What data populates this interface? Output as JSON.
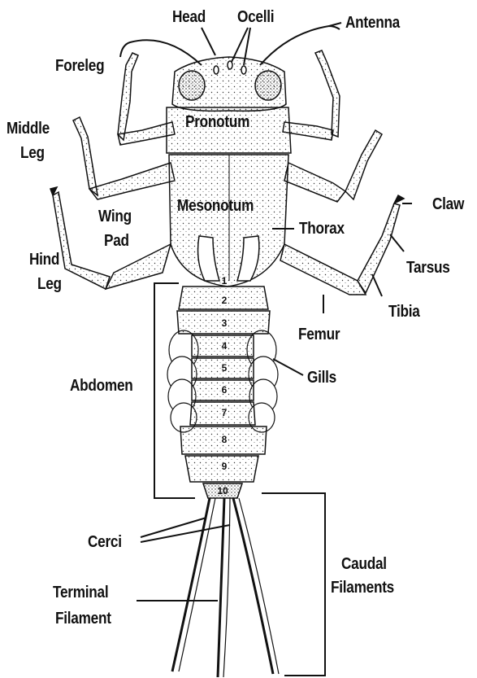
{
  "diagram": {
    "labels": {
      "head": "Head",
      "ocelli": "Ocelli",
      "antenna": "Antenna",
      "foreleg": "Foreleg",
      "middle_leg": [
        "Middle",
        "Leg"
      ],
      "pronotum": "Pronotum",
      "mesonotum": "Mesonotum",
      "wing_pad": [
        "Wing",
        "Pad"
      ],
      "claw": "Claw",
      "thorax": "Thorax",
      "tarsus": "Tarsus",
      "hind_leg": [
        "Hind",
        "Leg"
      ],
      "tibia": "Tibia",
      "femur": "Femur",
      "abdomen": "Abdomen",
      "gills": "Gills",
      "cerci": "Cerci",
      "caudal_filaments": [
        "Caudal",
        "Filaments"
      ],
      "terminal_filament": [
        "Terminal",
        "Filament"
      ]
    },
    "segments": [
      "1",
      "2",
      "3",
      "4",
      "5",
      "6",
      "7",
      "8",
      "9",
      "10"
    ]
  }
}
